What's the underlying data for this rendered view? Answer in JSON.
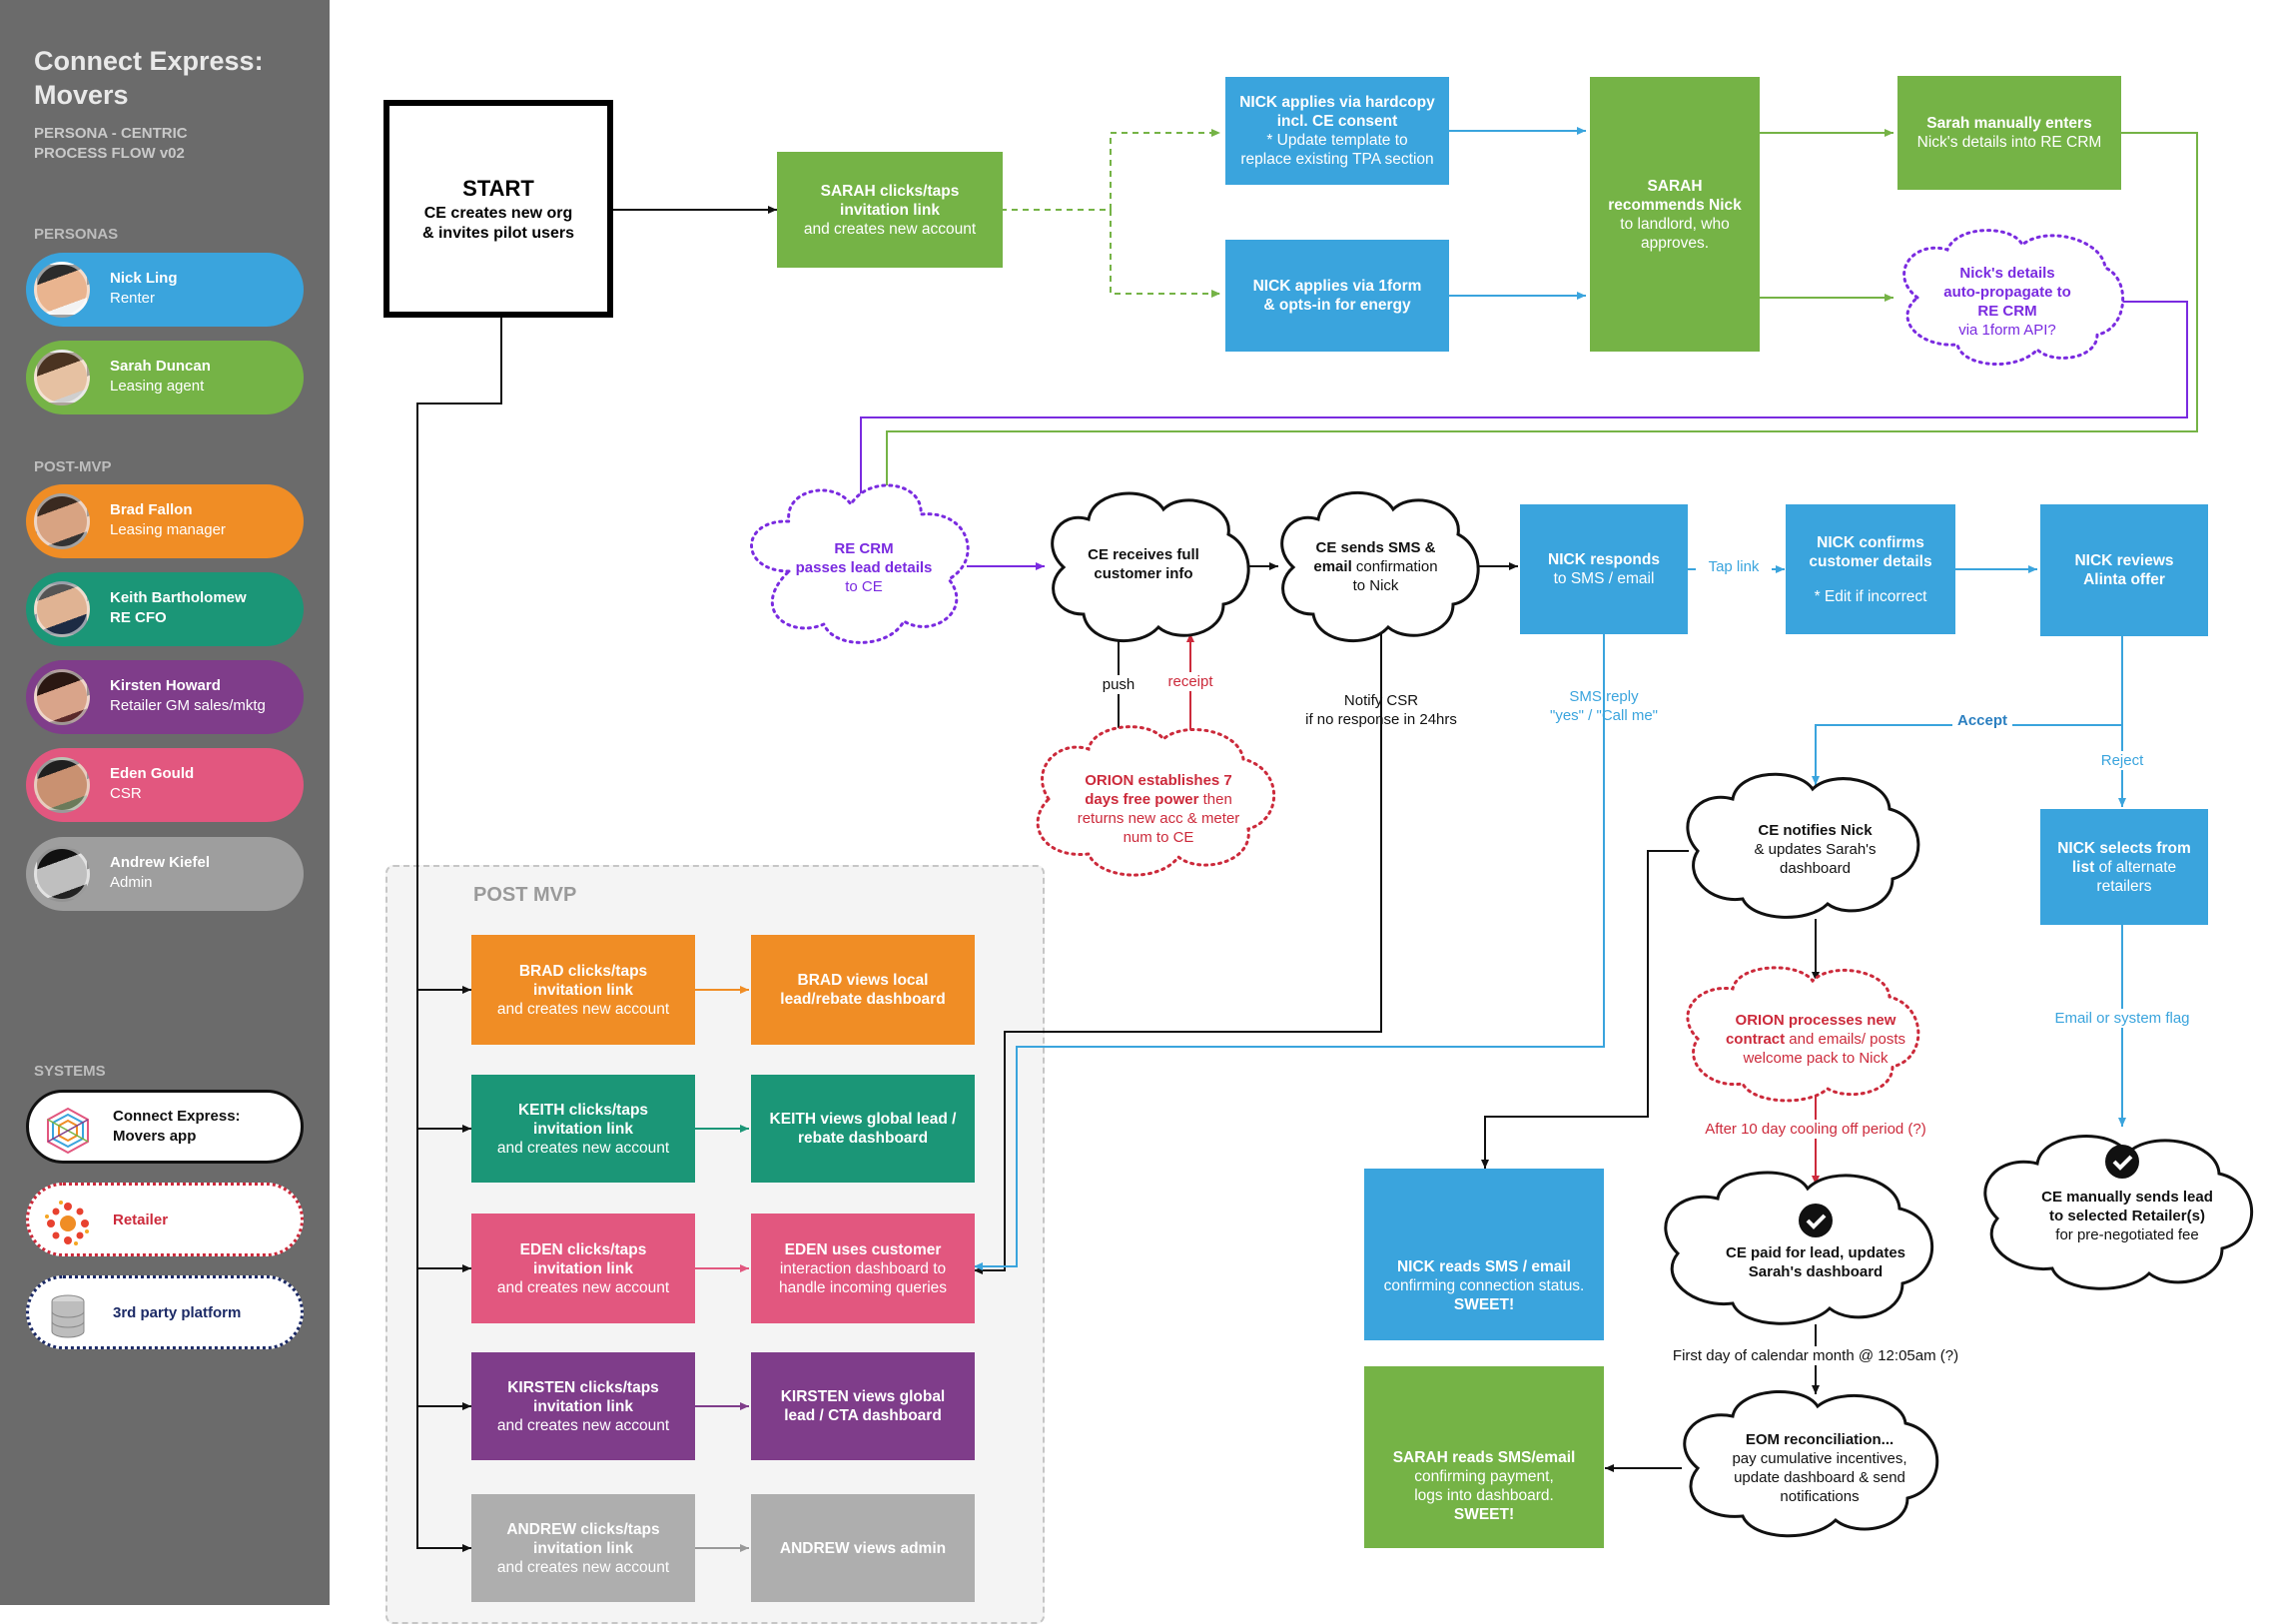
{
  "sidebar": {
    "title_line1": "Connect Express:",
    "title_line2": "Movers",
    "subtitle_line1": "PERSONA - CENTRIC",
    "subtitle_line2": "PROCESS FLOW v02",
    "personas_heading": "PERSONAS",
    "post_mvp_heading": "POST-MVP",
    "systems_heading": "SYSTEMS",
    "personas": [
      {
        "name": "Nick Ling",
        "role": "Renter",
        "color": "#3aa4dd"
      },
      {
        "name": "Sarah Duncan",
        "role": "Leasing agent",
        "color": "#75b346"
      }
    ],
    "post_mvp": [
      {
        "name": "Brad Fallon",
        "role": "Leasing manager",
        "color": "#f08d25"
      },
      {
        "name": "Keith Bartholomew",
        "role": "RE CFO",
        "color": "#1b9677"
      },
      {
        "name": "Kirsten Howard",
        "role": "Retailer GM sales/mktg",
        "color": "#7f3d8a"
      },
      {
        "name": "Eden Gould",
        "role": "CSR",
        "color": "#e2577f"
      },
      {
        "name": "Andrew Kiefel",
        "role": "Admin",
        "color": "#9e9e9e"
      }
    ],
    "systems": [
      {
        "line1": "Connect Express:",
        "line2": "Movers app",
        "icon": "hexagon-logo-icon"
      },
      {
        "line1": "Retailer",
        "icon": "retailer-burst-icon"
      },
      {
        "line1": "3rd party platform",
        "icon": "database-icon"
      }
    ]
  },
  "colors": {
    "renter_blue": "#3aa4dd",
    "agent_green": "#75b346",
    "purple_flow": "#7a2be0",
    "orion_red": "#cc2a3b",
    "sidebar_grey": "#6b6b6b"
  },
  "flow": {
    "start": {
      "title": "START",
      "l1": "CE creates new org",
      "l2": "& invites pilot users"
    },
    "sarah_invite": {
      "l1": "SARAH clicks/taps",
      "l2": "invitation link",
      "l3": "and creates new account"
    },
    "nick_hardcopy": {
      "l1": "NICK applies via hardcopy",
      "l2": "incl. CE consent",
      "l3": "*  Update template to",
      "l4": "replace existing TPA section"
    },
    "nick_1form": {
      "l1": "NICK applies via 1form",
      "l2": "& opts-in for energy"
    },
    "sarah_recommends": {
      "l1": "SARAH",
      "l2": "recommends Nick",
      "l3": "to landlord, who",
      "l4": "approves."
    },
    "sarah_manual": {
      "l1": "Sarah manually enters",
      "l2": "Nick's details into RE CRM"
    },
    "nick_autoprop": {
      "l1": "Nick's details",
      "l2": "auto-propagate to",
      "l3": "RE CRM",
      "l4": "via 1form API?"
    },
    "re_crm": {
      "l1": "RE CRM",
      "l2": "passes lead details",
      "l3": "to CE"
    },
    "ce_receives": {
      "l1": "CE receives full",
      "l2": "customer info"
    },
    "ce_sends": {
      "l1": "CE sends SMS &",
      "l2": "email",
      "l2b": " confirmation",
      "l3": "to Nick"
    },
    "nick_responds": {
      "l1": "NICK responds",
      "l2": "to SMS / email"
    },
    "nick_confirms": {
      "l1": "NICK confirms",
      "l2": "customer details",
      "l3": "* Edit if incorrect"
    },
    "nick_reviews": {
      "l1": "NICK reviews",
      "l2": "Alinta offer"
    },
    "orion_7days": {
      "l1": "ORION establishes 7",
      "l2": "days free power",
      "l2b": " then",
      "l3": "returns new acc & meter",
      "l4": "num to CE"
    },
    "ce_notifies": {
      "l1": "CE notifies Nick",
      "l2": "& updates Sarah's",
      "l3": "dashboard"
    },
    "nick_selects": {
      "l1": "NICK selects from",
      "l2": "list",
      "l2b": " of alternate",
      "l3": "retailers"
    },
    "orion_processes": {
      "l1": "ORION processes new",
      "l2": "contract",
      "l2b": " and emails/ posts",
      "l3": "welcome pack to Nick"
    },
    "ce_paid": {
      "l1": "CE paid for lead, updates",
      "l2": "Sarah's dashboard"
    },
    "ce_manual_lead": {
      "l1": "CE manually sends lead",
      "l2": "to selected Retailer(s)",
      "l3": "for pre-negotiated fee"
    },
    "nick_reads": {
      "l1": "NICK reads SMS / email",
      "l2": "confirming connection status.",
      "l3": "SWEET!"
    },
    "sarah_reads": {
      "l1": "SARAH reads SMS/email",
      "l2": "confirming payment,",
      "l3": "logs into dashboard.",
      "l4": "SWEET!"
    },
    "eom": {
      "l1": "EOM reconciliation...",
      "l2": "pay cumulative incentives,",
      "l3": "update dashboard & send",
      "l4": "notifications"
    }
  },
  "post_mvp_area": {
    "title": "POST MVP",
    "rows": [
      {
        "l1": "BRAD clicks/taps",
        "l2": "invitation link",
        "l3": "and creates new account",
        "r1": "BRAD views local",
        "r2": "lead/rebate dashboard"
      },
      {
        "l1": "KEITH clicks/taps",
        "l2": "invitation link",
        "l3": "and creates new account",
        "r1": "KEITH views global lead /",
        "r2": "rebate dashboard"
      },
      {
        "l1": "EDEN clicks/taps",
        "l2": "invitation link",
        "l3": "and creates new account",
        "r1": "EDEN uses customer",
        "r2": "interaction dashboard to",
        "r3": "handle incoming queries"
      },
      {
        "l1": "KIRSTEN clicks/taps",
        "l2": "invitation link",
        "l3": "and creates new account",
        "r1": "KIRSTEN views global",
        "r2": "lead / CTA dashboard"
      },
      {
        "l1": "ANDREW clicks/taps",
        "l2": "invitation link",
        "l3": "and creates new account",
        "r1": "ANDREW views admin"
      }
    ]
  },
  "edge_labels": {
    "tap_link": "Tap link",
    "push": "push",
    "receipt": "receipt",
    "notify_csr_1": "Notify CSR",
    "notify_csr_2": "if no response in 24hrs",
    "sms_reply_1": "SMS reply",
    "sms_reply_2": "\"yes\" / \"Call me\"",
    "accept": "Accept",
    "reject": "Reject",
    "email_flag": "Email or system flag",
    "cooling_off": "After 10 day cooling off period (?)",
    "first_day": "First day of calendar month @ 12:05am (?)"
  }
}
